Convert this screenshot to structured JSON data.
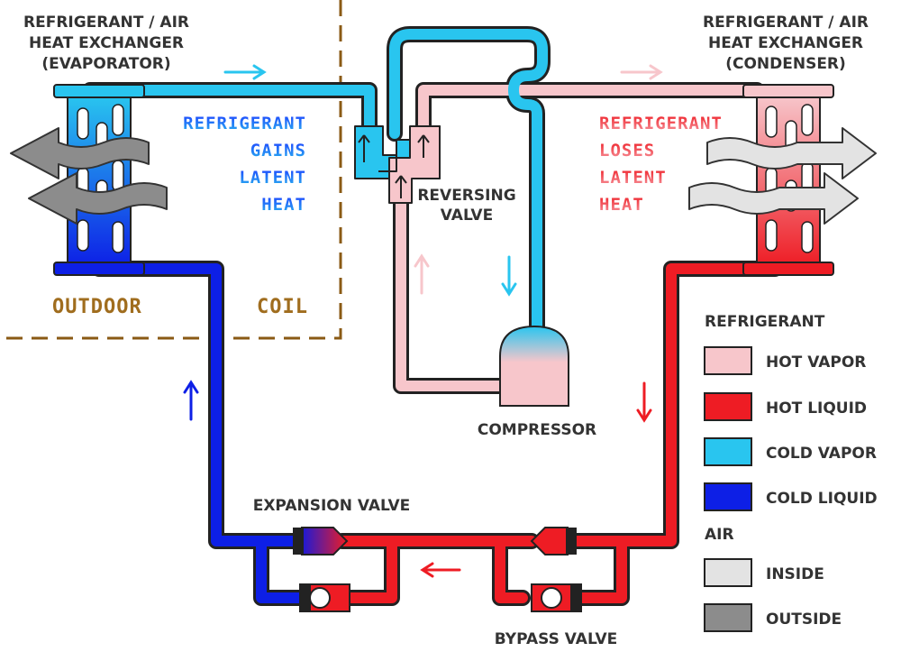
{
  "evaporator": {
    "title_lines": [
      "REFRIGERANT / AIR",
      "HEAT EXCHANGER",
      "(EVAPORATOR)"
    ],
    "note_lines": [
      "REFRIGERANT",
      "GAINS",
      "LATENT",
      "HEAT"
    ]
  },
  "condenser": {
    "title_lines": [
      "REFRIGERANT / AIR",
      "HEAT EXCHANGER",
      "(CONDENSER)"
    ],
    "note_lines": [
      "REFRIGERANT",
      "LOSES",
      "LATENT",
      "HEAT"
    ]
  },
  "outdoor_coil": {
    "left": "OUTDOOR",
    "right": "COIL"
  },
  "reversing_valve": [
    "REVERSING",
    "VALVE"
  ],
  "compressor": "COMPRESSOR",
  "expansion_valve": "EXPANSION VALVE",
  "bypass_valve": "BYPASS VALVE",
  "legend": {
    "refrigerant_title": "REFRIGERANT",
    "air_title": "AIR",
    "items": [
      {
        "label": "HOT VAPOR",
        "color": "#f7c6cb"
      },
      {
        "label": "HOT LIQUID",
        "color": "#ee1c24"
      },
      {
        "label": "COLD VAPOR",
        "color": "#29c5ef"
      },
      {
        "label": "COLD LIQUID",
        "color": "#0d1fe6"
      },
      {
        "label": "INSIDE",
        "color": "#e3e3e3"
      },
      {
        "label": "OUTSIDE",
        "color": "#8c8c8c"
      }
    ]
  },
  "colors": {
    "hot_vapor": "#f7c6cb",
    "hot_liquid": "#ee1c24",
    "cold_vapor": "#29c5ef",
    "cold_liquid": "#0d1fe6",
    "coil_border": "#8a5a14"
  }
}
